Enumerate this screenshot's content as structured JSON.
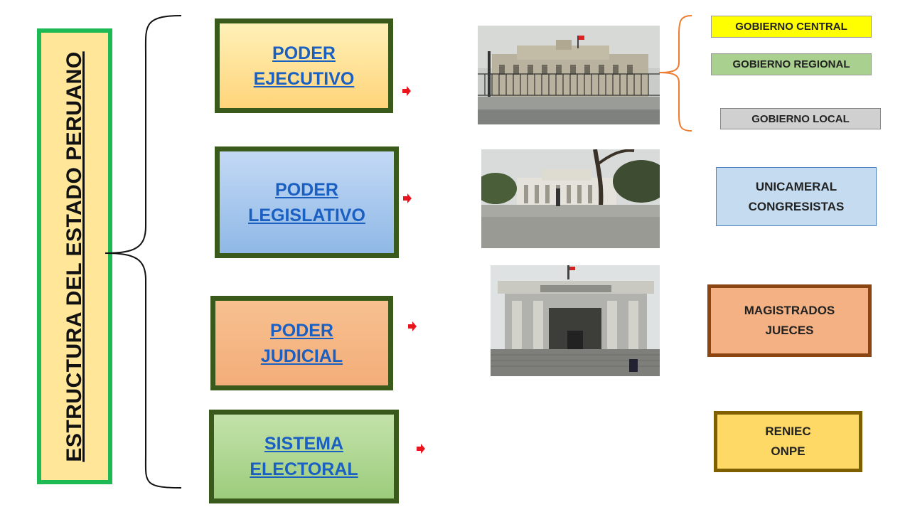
{
  "title": "ESTRUCTURA DEL ESTADO PERUANO",
  "powers": [
    {
      "id": "pe",
      "label": "PODER\nEJECUTIVO"
    },
    {
      "id": "pl",
      "label": "PODER\nLEGISLATIVO"
    },
    {
      "id": "pj",
      "label": "PODER\n JUDICIAL"
    },
    {
      "id": "se",
      "label": "SISTEMA\nELECTORAL"
    }
  ],
  "executive_levels": [
    {
      "label": "GOBIERNO CENTRAL",
      "color": "#ffff00"
    },
    {
      "label": "GOBIERNO REGIONAL",
      "color": "#a9d08e"
    },
    {
      "label": "GOBIERNO LOCAL",
      "color": "#d0d0d0"
    }
  ],
  "details": {
    "legislative": "UNICAMERAL\nCONGRESISTAS",
    "judicial": "MAGISTRADOS\nJUECES",
    "electoral": "RENIEC\nONPE"
  },
  "colors": {
    "title_border": "#1db954",
    "power_border": "#3a5a1c",
    "link_text": "#1a5fc2",
    "arrow": "#e8141e"
  }
}
